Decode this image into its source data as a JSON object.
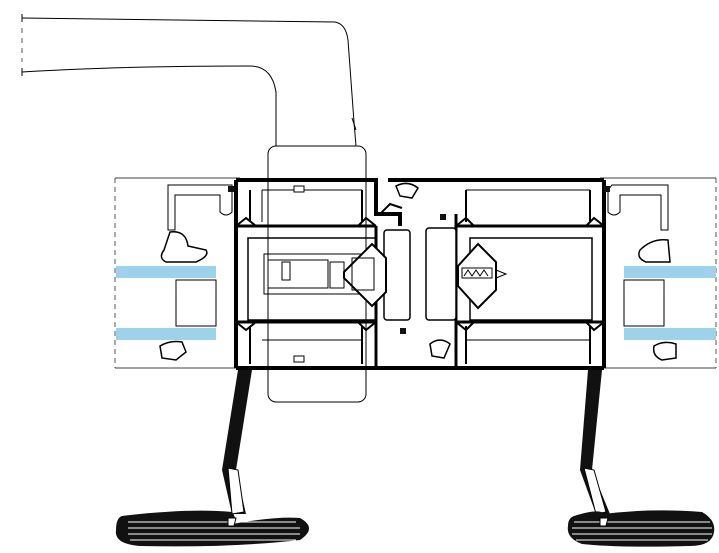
{
  "drawing": {
    "kind": "technical cross-section drawing",
    "text_labels": [],
    "colors": {
      "line": "#000000",
      "fill_dark": "#111111",
      "glass": "#9dd3ea",
      "panel": "#ffffff",
      "dash": "#555555"
    },
    "parts": [
      "door-handle-lever",
      "handle-rose-plate",
      "left-sash-frame",
      "right-sash-frame",
      "left-glazing-unit",
      "right-glazing-unit",
      "center-lock-mechanism",
      "left-floor-pull-handle",
      "right-floor-pull-handle"
    ]
  }
}
